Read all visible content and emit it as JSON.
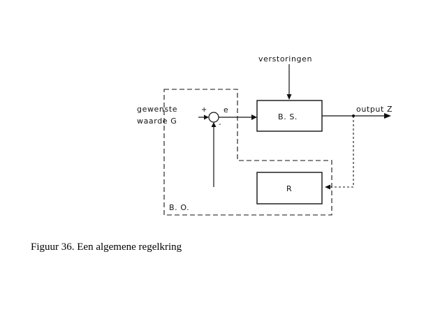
{
  "diagram": {
    "labels": {
      "disturbances": "verstoringen",
      "setpoint_line1": "gewenste",
      "setpoint_line2": "waarde  G",
      "plus": "+",
      "minus": "-",
      "error": "e",
      "process_block": "B. S.",
      "controller_block": "R",
      "output": "output  Z",
      "boundary": "B. O."
    },
    "caption": "Figuur 36. Een algemene regelkring"
  }
}
